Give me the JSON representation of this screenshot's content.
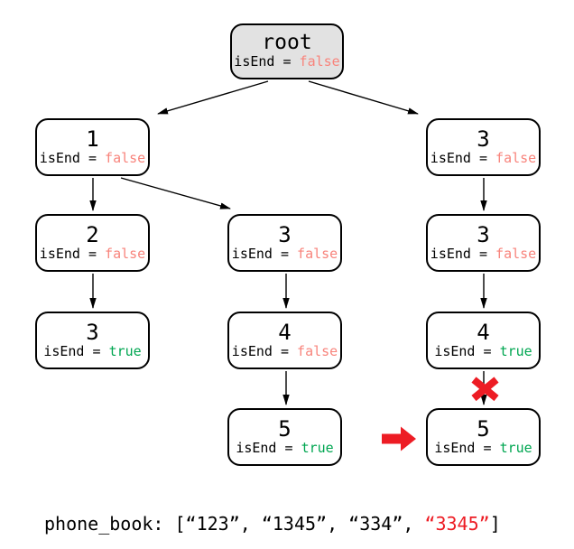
{
  "palette": {
    "false_color": "#f8847c",
    "true_color": "#00a651",
    "highlight_red": "#ed1c24",
    "root_fill": "#e2e2e2",
    "node_fill": "#ffffff",
    "line_color": "#000000"
  },
  "diagram": {
    "isEnd_prefix": "isEnd = ",
    "nodes": [
      {
        "label": "root",
        "flag": "false"
      },
      {
        "label": "1",
        "flag": "false"
      },
      {
        "label": "3",
        "flag": "false"
      },
      {
        "label": "2",
        "flag": "false"
      },
      {
        "label": "3",
        "flag": "false"
      },
      {
        "label": "3",
        "flag": "false"
      },
      {
        "label": "3",
        "flag": "true"
      },
      {
        "label": "4",
        "flag": "false"
      },
      {
        "label": "4",
        "flag": "true"
      },
      {
        "label": "5",
        "flag": "true"
      },
      {
        "label": "5",
        "flag": "true"
      }
    ]
  },
  "caption": {
    "prefix": "phone_book: [“123”, “1345”, “334”, ",
    "highlight": "“3345”",
    "suffix": "]"
  }
}
